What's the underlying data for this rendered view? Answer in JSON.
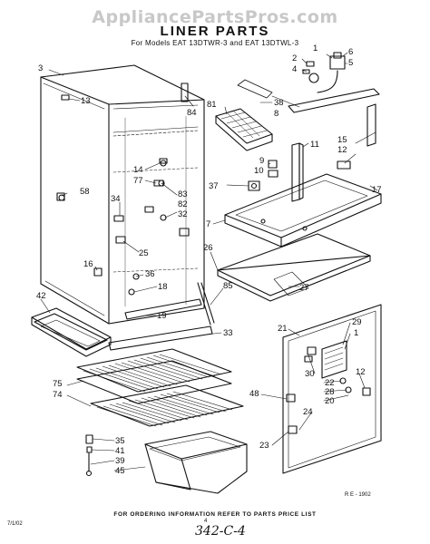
{
  "watermark": "AppliancePartsPros.com",
  "title": "LINER PARTS",
  "subtitle": "For Models EAT 13DTWR-3 and EAT 13DTWL-3",
  "footer_note": "FOR ORDERING INFORMATION REFER TO PARTS PRICE LIST",
  "corner_code": "7/1/02",
  "page_number": "4",
  "handwritten_note": "342-C-4",
  "reference_code": "R E - 1902",
  "callouts": [
    "1",
    "2",
    "3",
    "4",
    "5",
    "6",
    "7",
    "8",
    "9",
    "10",
    "11",
    "12",
    "13",
    "14",
    "15",
    "16",
    "17",
    "18",
    "19",
    "20",
    "21",
    "22",
    "23",
    "24",
    "25",
    "26",
    "27",
    "28",
    "29",
    "30",
    "32",
    "33",
    "34",
    "35",
    "36",
    "37",
    "38",
    "39",
    "41",
    "42",
    "45",
    "48",
    "58",
    "74",
    "75",
    "77",
    "81",
    "82",
    "83",
    "84",
    "85"
  ]
}
